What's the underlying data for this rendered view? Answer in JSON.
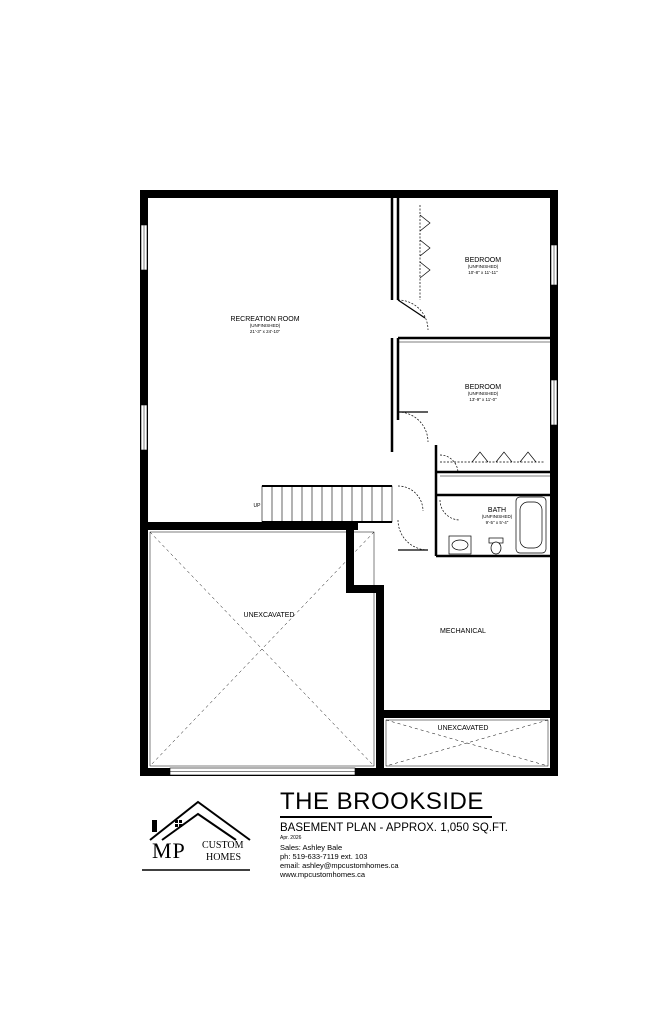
{
  "plan": {
    "rooms": {
      "recreation": {
        "name": "RECREATION ROOM",
        "status": "(UNFINISHED)",
        "dims": "21'-3\" x 24'-10\""
      },
      "bedroom1": {
        "name": "BEDROOM",
        "status": "(UNFINISHED)",
        "dims": "10'-8\" x 11'-11\""
      },
      "bedroom2": {
        "name": "BEDROOM",
        "status": "(UNFINISHED)",
        "dims": "13'-9\" x 11'-0\""
      },
      "bath": {
        "name": "BATH",
        "status": "(UNFINISHED)",
        "dims": "9'-5\" x 5'-4\""
      },
      "unexcavated_large": {
        "name": "UNEXCAVATED"
      },
      "mechanical": {
        "name": "MECHANICAL"
      },
      "unexcavated_small": {
        "name": "UNEXCAVATED"
      }
    },
    "stair_label": "UP"
  },
  "logo": {
    "initials": "MP",
    "line1": "CUSTOM",
    "line2": "HOMES"
  },
  "title_block": {
    "title": "THE BROOKSIDE",
    "subtitle": "BASEMENT PLAN - APPROX. 1,050 SQ.FT.",
    "date": "Apr. 2026",
    "sales": "Sales: Ashley Bale",
    "phone": "ph: 519-633-7119 ext. 103",
    "email": "email: ashley@mpcustomhomes.ca",
    "website": "www.mpcustomhomes.ca"
  }
}
